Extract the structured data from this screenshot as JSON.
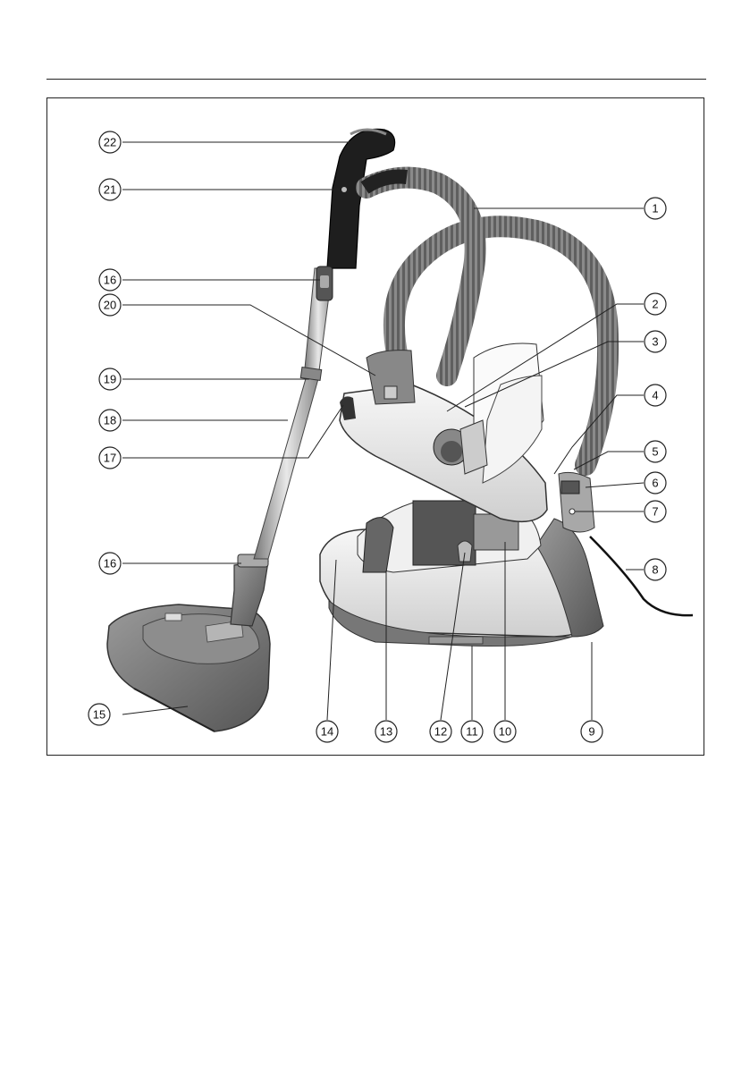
{
  "figure": {
    "callouts": [
      "1",
      "2",
      "3",
      "4",
      "5",
      "6",
      "7",
      "8",
      "9",
      "10",
      "11",
      "12",
      "13",
      "14",
      "15",
      "16",
      "16",
      "17",
      "18",
      "19",
      "20",
      "21",
      "22"
    ]
  },
  "colors": {
    "outline": "#222222",
    "body_light": "#f2f2f2",
    "body_mid": "#cfcfcf",
    "body_dark": "#6e6e6e",
    "hose": "#7a7a7a",
    "handle_black": "#1a1a1a",
    "dust_chamber": "#555555"
  }
}
